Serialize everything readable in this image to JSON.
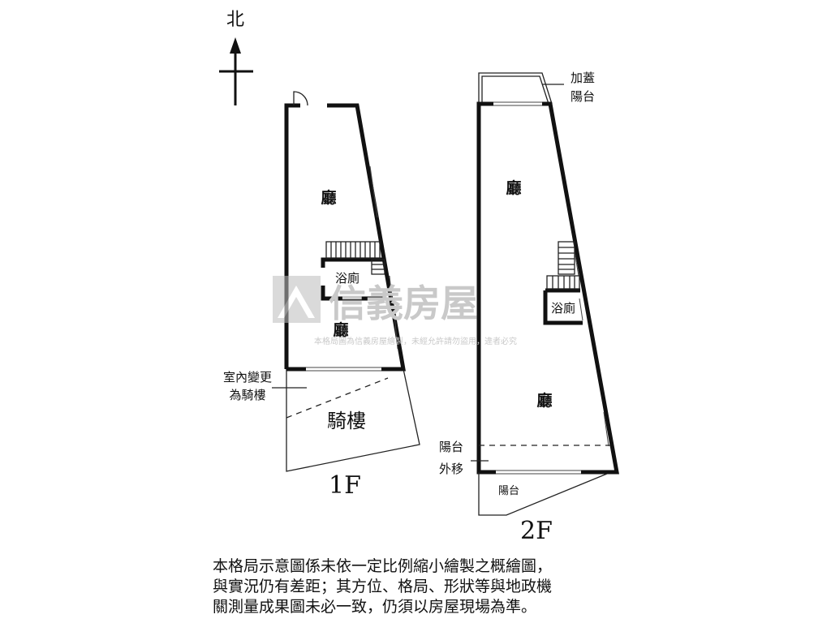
{
  "compass": {
    "north_label": "北"
  },
  "floor1": {
    "title": "1F",
    "rooms": {
      "hall_top": "廳",
      "bath": "浴廁",
      "hall_bottom": "廳",
      "arcade": "騎樓"
    },
    "callout": [
      "室內變更",
      "為騎樓"
    ]
  },
  "floor2": {
    "title": "2F",
    "rooms": {
      "hall_top": "廳",
      "bath": "浴廁",
      "hall_bottom": "廳",
      "balcony": "陽台"
    },
    "callout_top": [
      "加蓋",
      "陽台"
    ],
    "callout_side": [
      "陽台",
      "外移"
    ]
  },
  "watermark": {
    "brand": "信義房屋",
    "notice": "本格局圖為信義房屋繪製，未經允許請勿盜用，違者必究"
  },
  "disclaimer": [
    "本格局示意圖係未依一定比例縮小繪製之概繪圖，",
    "與實況仍有差距；其方位、格局、形狀等與地政機",
    "關測量成果圖未必一致，仍須以房屋現場為準。"
  ]
}
